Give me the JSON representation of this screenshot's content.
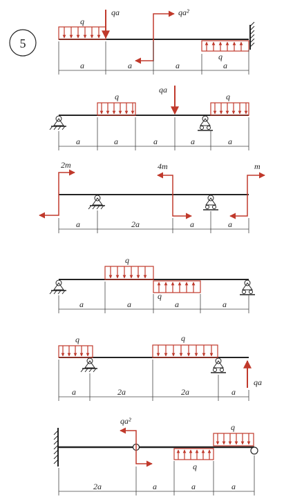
{
  "colors": {
    "load": "#c0392b",
    "beam": "#222222",
    "dim": "#444444"
  },
  "problem_number": "5",
  "diagrams": [
    {
      "id": "d1",
      "labels": {
        "dist_left": "q",
        "point_force": "qa",
        "moment": "qa²",
        "dist_right": "q",
        "span1": "a",
        "span2": "a",
        "span3": "a",
        "span4": "a"
      }
    },
    {
      "id": "d2",
      "labels": {
        "dist_left": "q",
        "point_force": "qa",
        "dist_right": "q",
        "span1": "a",
        "span2": "a",
        "span3": "a",
        "span4": "a",
        "span5": "a"
      }
    },
    {
      "id": "d3",
      "labels": {
        "moment_left": "2m",
        "moment_mid": "4m",
        "moment_right": "m",
        "span1": "a",
        "span2": "2a",
        "span3": "a",
        "span4": "a"
      }
    },
    {
      "id": "d4",
      "labels": {
        "dist_top": "q",
        "dist_bottom": "q",
        "span1": "a",
        "span2": "a",
        "span3": "a",
        "span4": "a"
      }
    },
    {
      "id": "d5",
      "labels": {
        "dist_left": "q",
        "dist_mid": "q",
        "point_force": "qa",
        "span1": "a",
        "span2": "2a",
        "span3": "2a",
        "span4": "a"
      }
    },
    {
      "id": "d6",
      "labels": {
        "moment": "qa²",
        "dist_right": "q",
        "dist_bottom": "q",
        "span1": "2a",
        "span2": "a",
        "span3": "a",
        "span4": "a"
      }
    }
  ]
}
